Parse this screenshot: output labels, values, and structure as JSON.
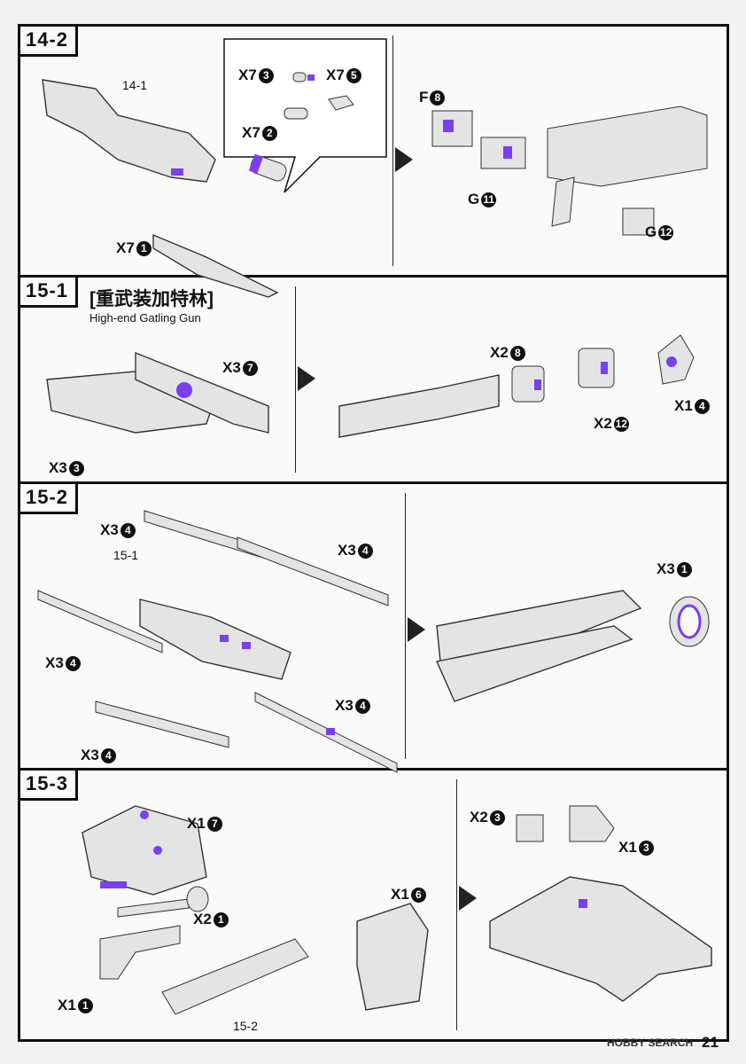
{
  "steps": {
    "s14_2": {
      "title": "14-2",
      "ref": "14-1",
      "parts": {
        "p1": {
          "prefix": "X7",
          "num": "1"
        },
        "p2": {
          "prefix": "X7",
          "num": "2"
        },
        "p3": {
          "prefix": "X7",
          "num": "3"
        },
        "p5": {
          "prefix": "X7",
          "num": "5"
        },
        "p8": {
          "prefix": "F",
          "num": "8"
        },
        "p11": {
          "prefix": "G",
          "num": "11"
        },
        "p12": {
          "prefix": "G",
          "num": "12"
        }
      }
    },
    "s15_1": {
      "title": "15-1",
      "heading_cn": "[重武装加特林]",
      "heading_en": "High-end Gatling Gun",
      "parts": {
        "p7": {
          "prefix": "X3",
          "num": "7"
        },
        "p3": {
          "prefix": "X3",
          "num": "3"
        },
        "p8": {
          "prefix": "X2",
          "num": "8"
        },
        "p12": {
          "prefix": "X2",
          "num": "12"
        },
        "p4": {
          "prefix": "X1",
          "num": "4"
        }
      }
    },
    "s15_2": {
      "title": "15-2",
      "ref": "15-1",
      "parts": {
        "a": {
          "prefix": "X3",
          "num": "4"
        },
        "b": {
          "prefix": "X3",
          "num": "4"
        },
        "c": {
          "prefix": "X3",
          "num": "4"
        },
        "d": {
          "prefix": "X3",
          "num": "4"
        },
        "e": {
          "prefix": "X3",
          "num": "4"
        },
        "f": {
          "prefix": "X3",
          "num": "1"
        }
      }
    },
    "s15_3": {
      "title": "15-3",
      "ref": "15-2",
      "parts": {
        "p7": {
          "prefix": "X1",
          "num": "7"
        },
        "p21": {
          "prefix": "X2",
          "num": "1"
        },
        "p6": {
          "prefix": "X1",
          "num": "6"
        },
        "p1": {
          "prefix": "X1",
          "num": "1"
        },
        "p23": {
          "prefix": "X2",
          "num": "3"
        },
        "p13": {
          "prefix": "X1",
          "num": "3"
        }
      }
    }
  },
  "footer": {
    "watermark": "HOBBY SEARCH",
    "page": "21"
  },
  "colors": {
    "accent": "#7a3ff0",
    "ink": "#111111",
    "part": "#e4e4e4"
  }
}
